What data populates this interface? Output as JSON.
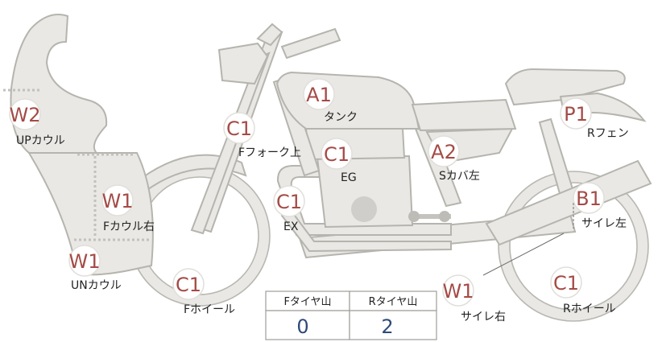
{
  "parts": [
    {
      "id": "upper-cowl",
      "code": "W2",
      "label": "UPカウル"
    },
    {
      "id": "front-cowl-right",
      "code": "W1",
      "label": "Fカウル右"
    },
    {
      "id": "under-cowl",
      "code": "W1",
      "label": "UNカウル"
    },
    {
      "id": "front-wheel",
      "code": "C1",
      "label": "Fホイール"
    },
    {
      "id": "front-fork",
      "code": "C1",
      "label": "Fフォーク上"
    },
    {
      "id": "tank",
      "code": "A1",
      "label": "タンク"
    },
    {
      "id": "engine",
      "code": "C1",
      "label": "EG"
    },
    {
      "id": "exhaust",
      "code": "C1",
      "label": "EX"
    },
    {
      "id": "side-cover-left",
      "code": "A2",
      "label": "Sカバ左"
    },
    {
      "id": "rear-fender",
      "code": "P1",
      "label": "Rフェン"
    },
    {
      "id": "muffler-left",
      "code": "B1",
      "label": "サイレ左"
    },
    {
      "id": "muffler-right",
      "code": "W1",
      "label": "サイレ右"
    },
    {
      "id": "rear-wheel",
      "code": "C1",
      "label": "Rホイール"
    }
  ],
  "tire_table": {
    "headers": [
      "Fタイヤ山",
      "Rタイヤ山"
    ],
    "values": [
      "0",
      "2"
    ]
  },
  "colors": {
    "body_fill": "#e9e8e4",
    "body_outline": "#b5b4ae",
    "code_text": "#a44b46",
    "table_value": "#2f4a79"
  }
}
